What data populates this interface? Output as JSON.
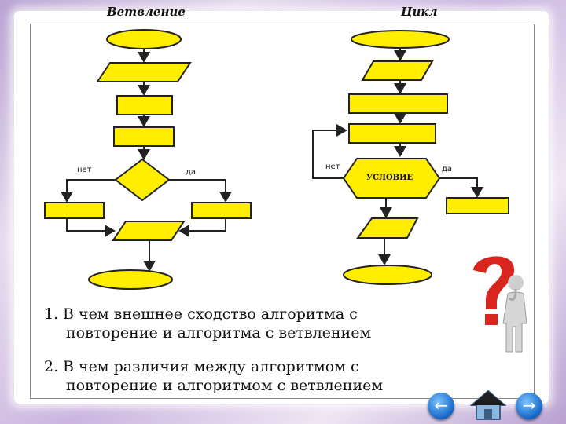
{
  "titles": {
    "branch": "Ветвление",
    "loop": "Цикл"
  },
  "branch_labels": {
    "no": "нет",
    "yes": "да"
  },
  "loop_labels": {
    "no": "нет",
    "yes": "да",
    "condition": "УСЛОВИЕ"
  },
  "questions": [
    {
      "num": "1.",
      "line1": "В чем внешнее сходство алгоритма с",
      "line2": "повторение и алгоритма с ветвлением"
    },
    {
      "num": "2.",
      "line1": "В чем различия между алгоритмом с",
      "line2": "повторение и  алгоритмом с ветвлением"
    }
  ],
  "nav": {
    "back_icon": "left-arrow-icon",
    "home_icon": "home-icon",
    "forward_icon": "right-arrow-icon"
  },
  "colors": {
    "shape_fill": "#ffee00",
    "shape_stroke": "#222222",
    "question_red": "#d8261e"
  }
}
